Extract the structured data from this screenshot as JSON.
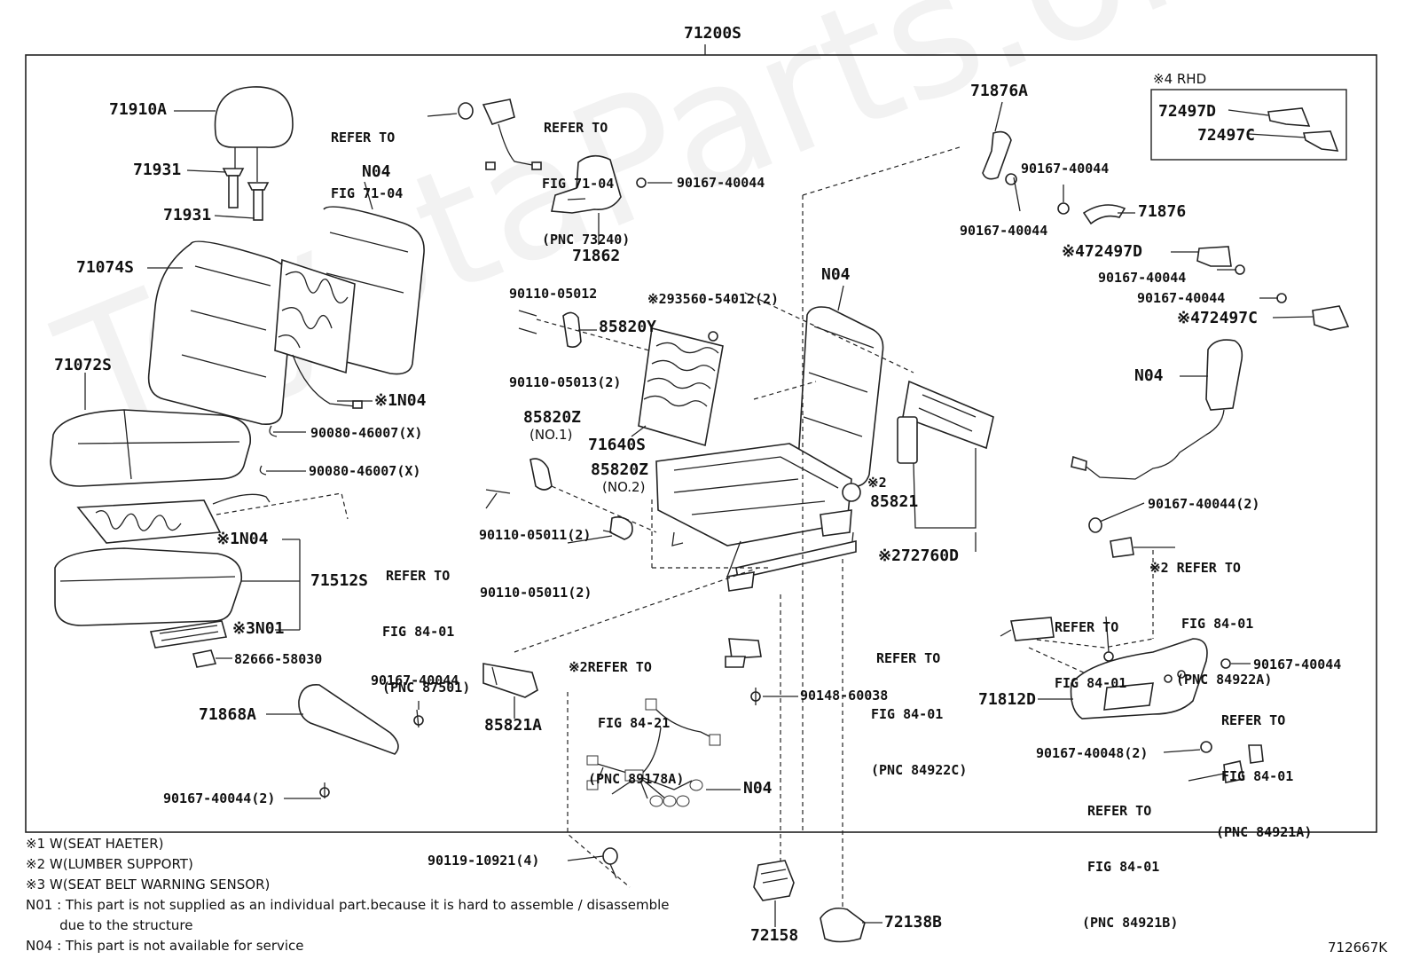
{
  "watermark": "ToyotaParts.online",
  "diagram_code": "712667K",
  "assembly_label": "71200S",
  "rhd_box": {
    "title": "※4 RHD",
    "parts": [
      "72497D",
      "72497C"
    ]
  },
  "parts": {
    "p71910A": "71910A",
    "p71931a": "71931",
    "p71931b": "71931",
    "pN04_back": "N04",
    "p71074S": "71074S",
    "p71072S": "71072S",
    "pN04_heater": "※1N04",
    "p90080a": "90080-46007(X)",
    "p90080b": "90080-46007(X)",
    "pN04_cushion": "※1N04",
    "p71512S": "71512S",
    "pN01": "※3N01",
    "p82666": "82666-58030",
    "p71868A": "71868A",
    "p90167_71868": "90167-40044",
    "p90167_2_bottom": "90167-40044(2)",
    "p71862": "71862",
    "p90167_71862": "90167-40044",
    "p90110_05012": "90110-05012",
    "p85820Y": "85820Y",
    "p90110_05013": "90110-05013(2)",
    "p93560": "※293560-54012(2)",
    "p85820Z_1": "85820Z",
    "p85820Z_1_sub": "(NO.1)",
    "p85820Z_2": "85820Z",
    "p85820Z_2_sub": "(NO.2)",
    "p71640S": "71640S",
    "p90110_05011a": "90110-05011(2)",
    "p90110_05011b": "90110-05011(2)",
    "pN04_frame": "N04",
    "p85821_mark": "※2",
    "p85821": "85821",
    "p72760D": "※272760D",
    "p85821A": "85821A",
    "p90148": "90148-60038",
    "pN04_harness": "N04",
    "p90119": "90119-10921(4)",
    "p72158": "72158",
    "p72138B": "72138B",
    "p71876A": "71876A",
    "p90167_76A_a": "90167-40044",
    "p90167_76A_b": "90167-40044",
    "p71876": "71876",
    "p72497D": "※472497D",
    "p90167_r1": "90167-40044",
    "p90167_r2": "90167-40044",
    "p72497C": "※472497C",
    "pN04_airbag": "N04",
    "p90167_2_right": "90167-40044(2)",
    "p71812D": "71812D",
    "p90167_71812": "90167-40044",
    "p90167_40048": "90167-40048(2)"
  },
  "refs": {
    "r_fig7104_a": [
      "REFER TO",
      "FIG 71-04"
    ],
    "r_fig7104_b": [
      "REFER TO",
      "FIG 71-04",
      "(PNC 73240)"
    ],
    "r_fig8401_87501": [
      "REFER TO",
      "FIG 84-01",
      "(PNC 87501)"
    ],
    "r_fig8421": [
      "※2REFER TO",
      "FIG 84-21",
      "(PNC 89178A)"
    ],
    "r_84922A": [
      "※2 REFER TO",
      "FIG 84-01",
      "(PNC 84922A)"
    ],
    "r_84922C": [
      "REFER TO",
      "FIG 84-01",
      "(PNC 84922C)"
    ],
    "r_fig8401_plain": [
      "REFER TO",
      "FIG 84-01"
    ],
    "r_84921A": [
      "REFER TO",
      "FIG 84-01",
      "(PNC 84921A)"
    ],
    "r_84921B": [
      "REFER TO",
      "FIG 84-01",
      "(PNC 84921B)"
    ]
  },
  "notes": [
    "※1  W(SEAT  HAETER)",
    "※2  W(LUMBER  SUPPORT)",
    "※3  W(SEAT  BELT  WARNING  SENSOR)",
    "N01 :  This part is not supplied as an individual part.because it is hard to assemble / disassemble",
    "        due to the structure",
    "N04 :  This part is not available for service"
  ]
}
